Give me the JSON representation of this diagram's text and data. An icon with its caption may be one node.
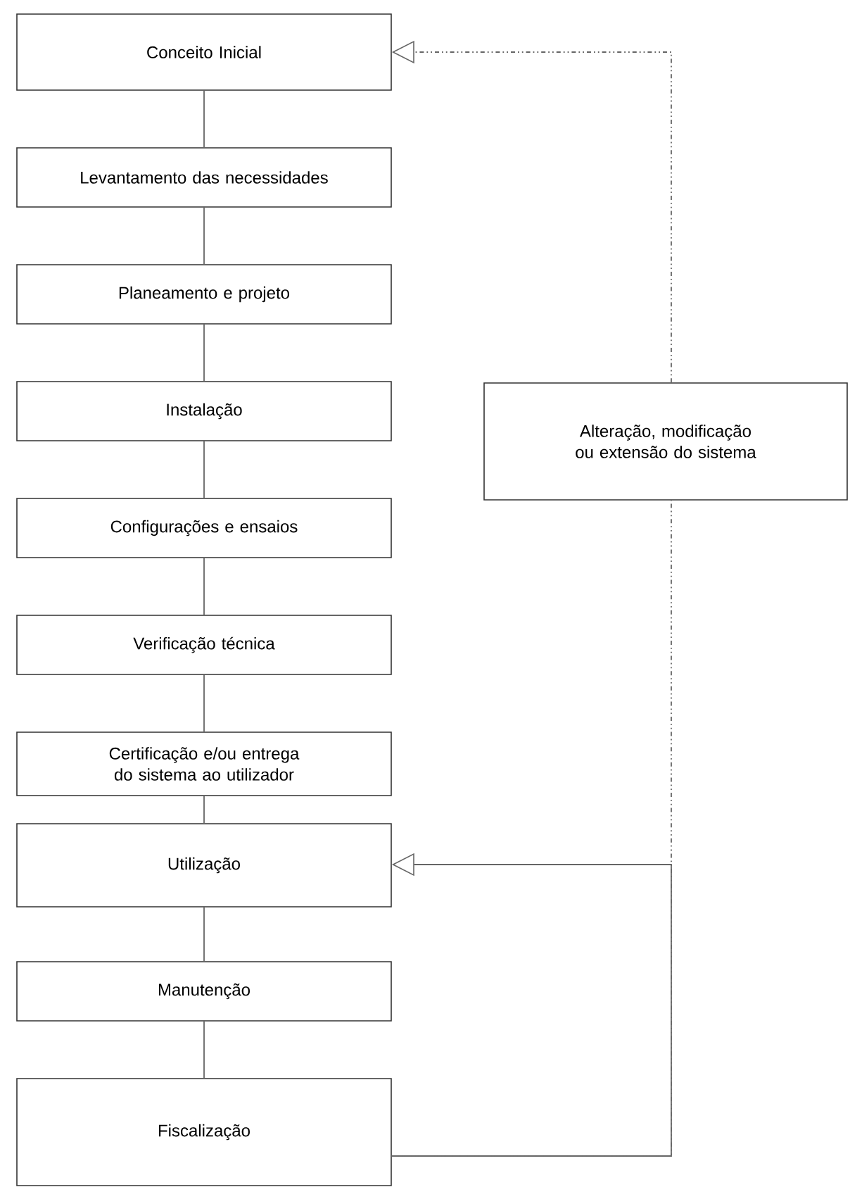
{
  "diagram": {
    "nodes": [
      {
        "text": [
          "Conceito Inicial"
        ]
      },
      {
        "text": [
          "Levantamento das necessidades"
        ]
      },
      {
        "text": [
          "Planeamento e projeto"
        ]
      },
      {
        "text": [
          "Instalação"
        ]
      },
      {
        "text": [
          "Configurações e ensaios"
        ]
      },
      {
        "text": [
          "Verificação técnica"
        ]
      },
      {
        "text": [
          "Certificação e/ou entrega do sistema ao utilizador"
        ]
      },
      {
        "text": [
          "Utilização"
        ]
      },
      {
        "text": [
          "Manutenção"
        ]
      },
      {
        "text": [
          "Fiscalização"
        ]
      },
      {
        "text": [
          "Alteração, modificação ou extensão do sistema"
        ]
      }
    ],
    "edges": [
      {
        "from": 0,
        "to": 1,
        "arrow": "none"
      },
      {
        "from": 1,
        "to": 2,
        "arrow": "none"
      },
      {
        "from": 2,
        "to": 3,
        "arrow": "none"
      },
      {
        "from": 3,
        "to": 4,
        "arrow": "none"
      },
      {
        "from": 4,
        "to": 5,
        "arrow": "none"
      },
      {
        "from": 5,
        "to": 6,
        "arrow": "none"
      },
      {
        "from": 6,
        "to": 7,
        "arrow": "none"
      },
      {
        "from": 7,
        "to": 8,
        "arrow": "none"
      },
      {
        "from": 8,
        "to": 9,
        "arrow": "none"
      },
      {
        "from": 9,
        "to": 7,
        "arrow": "to"
      },
      {
        "from": 9,
        "to": 10,
        "arrow": "none",
        "style": "dashed"
      },
      {
        "from": 10,
        "to": 0,
        "arrow": "to",
        "style": "dashed"
      }
    ]
  }
}
